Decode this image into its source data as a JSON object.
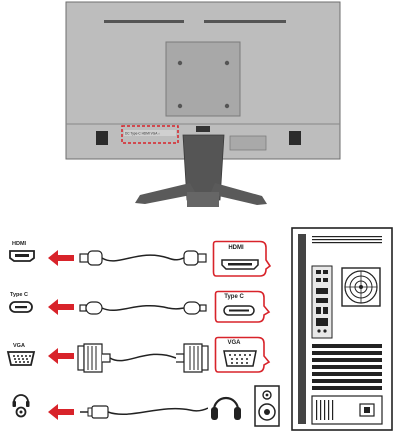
{
  "ports": {
    "hdmi": {
      "label": "HDMI",
      "callout": "HDMI"
    },
    "typec": {
      "label": "Type C",
      "callout": "Type C"
    },
    "vga": {
      "label": "VGA",
      "callout": "VGA"
    },
    "audio": {
      "label": ""
    }
  },
  "monitor": {
    "port_strip_text": "DC  Type-C   HDMI        VGA     ∩"
  },
  "colors": {
    "arrow_red": "#d8232a",
    "callout_red": "#d8232a",
    "monitor_gray": "#bdbdbd",
    "dark_gray": "#4a4a4a"
  }
}
